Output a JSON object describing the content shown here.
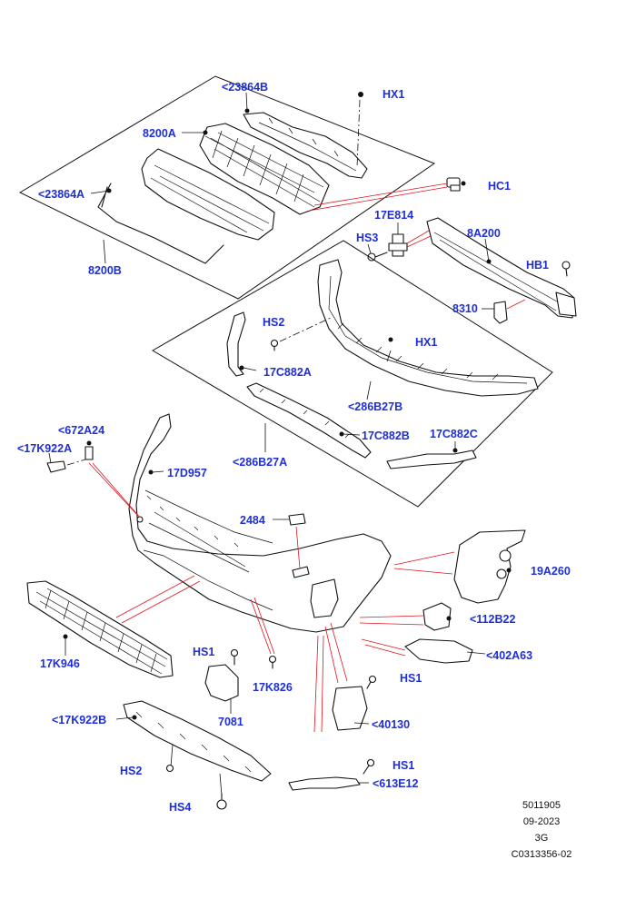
{
  "labels": {
    "c23864B": "<23864B",
    "hx1_top": "HX1",
    "c8200A": "8200A",
    "hc1": "HC1",
    "c23864A": "<23864A",
    "c17E814": "17E814",
    "c8A200": "8A200",
    "hs3": "HS3",
    "hb1": "HB1",
    "c8200B": "8200B",
    "c8310": "8310",
    "hs2_mid": "HS2",
    "hx1_mid": "HX1",
    "c17C882A": "17C882A",
    "c286B27B": "<286B27B",
    "c672A24": "<672A24",
    "c17K922A": "<17K922A",
    "c17C882B": "17C882B",
    "c17C882C": "17C882C",
    "c286B27A": "<286B27A",
    "c17D957": "17D957",
    "c2484": "2484",
    "c19A260": "19A260",
    "c112B22": "<112B22",
    "c402A63": "<402A63",
    "c17K946": "17K946",
    "hs1_a": "HS1",
    "c17K826": "17K826",
    "hs1_b": "HS1",
    "c7081": "7081",
    "c40130": "<40130",
    "c17K922B": "<17K922B",
    "hs1_c": "HS1",
    "hs2_low": "HS2",
    "c613E12": "<613E12",
    "hs4": "HS4"
  },
  "meta": {
    "line1": "5011905",
    "line2": "09-2023",
    "line3": "3G",
    "line4": "C0313356-02"
  }
}
